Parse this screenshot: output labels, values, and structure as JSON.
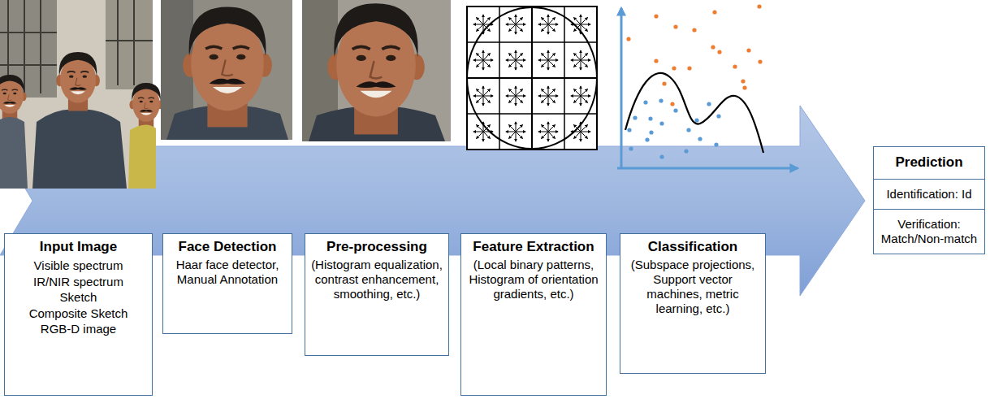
{
  "diagram": {
    "nodes": [
      {
        "text": [
          "Input Image",
          "Visible spectrum",
          "IR/NIR spectrum",
          "Sketch",
          "Composite Sketch",
          "RGB-D image"
        ]
      },
      {
        "text": [
          "Face Detection",
          "Haar face detector, Manual Annotation"
        ]
      },
      {
        "text": [
          "Pre-processing",
          "(Histogram equalization, contrast enhancement, smoothing, etc.)"
        ]
      },
      {
        "text": [
          "Feature Extraction",
          "(Local binary patterns, Histogram of orientation gradients, etc.)"
        ]
      },
      {
        "text": [
          "Classification",
          "(Subspace projections, Support vector machines, metric learning, etc.)"
        ]
      },
      {
        "text": [
          "Prediction",
          "Identification: Id",
          "Verification: Match/Non-match"
        ]
      }
    ]
  }
}
